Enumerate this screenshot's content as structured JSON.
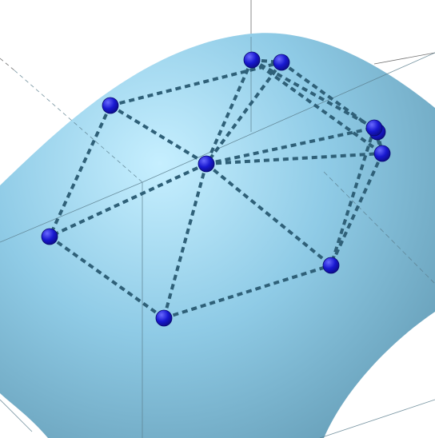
{
  "colors": {
    "background": "#ffffff",
    "surface_highlight": "#c6efff",
    "surface_mid": "#8fcbe6",
    "surface_shadow": "#5d94ad",
    "edge": "#2f6078",
    "node": "#1818d0",
    "node_highlight": "#6a6aff",
    "axis_line": "#6f6f6f"
  },
  "diagram": {
    "type": "surface-graph",
    "nodes": [
      {
        "id": "n1"
      },
      {
        "id": "n2"
      },
      {
        "id": "n3"
      },
      {
        "id": "n4"
      },
      {
        "id": "n5"
      },
      {
        "id": "n6"
      },
      {
        "id": "n7"
      },
      {
        "id": "n8"
      },
      {
        "id": "n9"
      },
      {
        "id": "n10"
      }
    ],
    "edges": [
      [
        "n1",
        "n3"
      ],
      [
        "n1",
        "n5"
      ],
      [
        "n1",
        "n8"
      ],
      [
        "n2",
        "n3"
      ],
      [
        "n2",
        "n5"
      ],
      [
        "n2",
        "n6"
      ],
      [
        "n2",
        "n7"
      ],
      [
        "n3",
        "n4"
      ],
      [
        "n3",
        "n5"
      ],
      [
        "n4",
        "n6"
      ],
      [
        "n4",
        "n7"
      ],
      [
        "n5",
        "n6"
      ],
      [
        "n5",
        "n7"
      ],
      [
        "n5",
        "n8"
      ],
      [
        "n5",
        "n9"
      ],
      [
        "n5",
        "n10"
      ],
      [
        "n6",
        "n7"
      ],
      [
        "n6",
        "n10"
      ],
      [
        "n7",
        "n10"
      ],
      [
        "n8",
        "n9"
      ],
      [
        "n9",
        "n10"
      ]
    ]
  }
}
